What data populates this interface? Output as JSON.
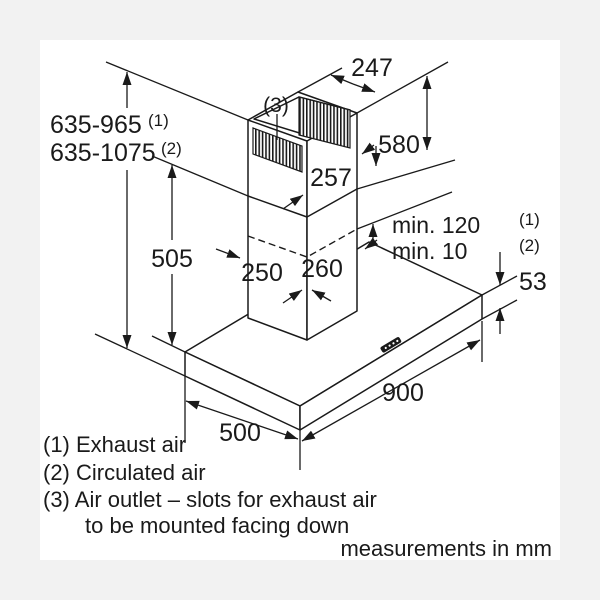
{
  "diagram_title": "wall-mounted chimney hood dimension drawing",
  "colors": {
    "background": "#f2f2f2",
    "panel": "#ffffff",
    "line": "#1a1a1a"
  },
  "dimensions": {
    "height_range_exhaust": "635-965",
    "height_range_exhaust_note": "(1)",
    "height_range_circulated": "635-1075",
    "height_range_circulated_note": "(2)",
    "air_outlet_marker": "(3)",
    "chimney_top_width": "247",
    "upper_chimney_height": "580",
    "chimney_depth": "257",
    "lower_chimney_height": "505",
    "min_clearance_exhaust": "min. 120",
    "min_clearance_exhaust_note": "(1)",
    "min_clearance_circulated": "min. 10",
    "min_clearance_circulated_note": "(2)",
    "duct_base_left": "250",
    "duct_base_right": "260",
    "canopy_height": "53",
    "canopy_width": "900",
    "canopy_depth": "500"
  },
  "legend": {
    "item1": "(1) Exhaust air",
    "item2": "(2) Circulated air",
    "item3": "(3) Air outlet – slots for exhaust air",
    "item3_cont": "to be mounted facing down"
  },
  "footer": {
    "note": "measurements in mm"
  }
}
